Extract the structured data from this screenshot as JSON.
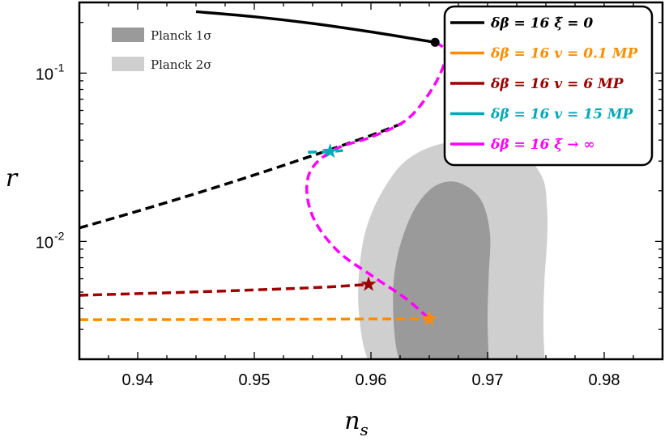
{
  "chart_data": {
    "type": "line",
    "xlabel": "n_s",
    "ylabel": "r",
    "xlim": [
      0.935,
      0.985
    ],
    "ylim_log10": [
      -2.7,
      -0.58
    ],
    "y_scale": "log",
    "x_ticks": [
      0.94,
      0.95,
      0.96,
      0.97,
      0.98
    ],
    "x_tick_labels": [
      "0.94",
      "0.95",
      "0.96",
      "0.97",
      "0.98"
    ],
    "y_ticks": [
      0.01,
      0.1
    ],
    "y_tick_labels": [
      "10",
      "10"
    ],
    "y_tick_exponents": [
      "-2",
      "-1"
    ],
    "regions": [
      {
        "name": "Planck 2σ",
        "color": "#cfcfcf",
        "points": [
          [
            0.9597,
            -2.7
          ],
          [
            0.9593,
            -2.6
          ],
          [
            0.959,
            -2.45
          ],
          [
            0.9589,
            -2.3
          ],
          [
            0.9591,
            -2.1
          ],
          [
            0.9597,
            -1.9
          ],
          [
            0.961,
            -1.7
          ],
          [
            0.963,
            -1.52
          ],
          [
            0.966,
            -1.42
          ],
          [
            0.97,
            -1.4
          ],
          [
            0.973,
            -1.48
          ],
          [
            0.9747,
            -1.62
          ],
          [
            0.9751,
            -1.8
          ],
          [
            0.9751,
            -2.0
          ],
          [
            0.9749,
            -2.2
          ],
          [
            0.9748,
            -2.4
          ],
          [
            0.9748,
            -2.55
          ],
          [
            0.9749,
            -2.7
          ]
        ]
      },
      {
        "name": "Planck 1σ",
        "color": "#9a9a9a",
        "points": [
          [
            0.9624,
            -2.7
          ],
          [
            0.9621,
            -2.6
          ],
          [
            0.9619,
            -2.4
          ],
          [
            0.962,
            -2.2
          ],
          [
            0.9626,
            -2.0
          ],
          [
            0.9638,
            -1.8
          ],
          [
            0.9655,
            -1.67
          ],
          [
            0.9675,
            -1.65
          ],
          [
            0.9694,
            -1.75
          ],
          [
            0.9702,
            -1.95
          ],
          [
            0.9701,
            -2.2
          ],
          [
            0.97,
            -2.45
          ],
          [
            0.9701,
            -2.7
          ]
        ]
      }
    ],
    "series": [
      {
        "name": "δβ = 16  ξ̃ = 0",
        "color": "#000000",
        "points": [
          [
            0.945,
            -0.635
          ],
          [
            0.95,
            -0.665
          ],
          [
            0.955,
            -0.705
          ],
          [
            0.96,
            -0.755
          ],
          [
            0.964,
            -0.8
          ],
          [
            0.9655,
            -0.817
          ]
        ]
      },
      {
        "name": "δβ = 16  ξ̃ = 0 (dashed)",
        "color": "#000000",
        "dashed": true,
        "points": [
          [
            0.935,
            -1.92
          ],
          [
            0.94,
            -1.82
          ],
          [
            0.945,
            -1.715
          ],
          [
            0.95,
            -1.605
          ],
          [
            0.955,
            -1.49
          ],
          [
            0.96,
            -1.37
          ],
          [
            0.963,
            -1.29
          ]
        ]
      },
      {
        "name": "δβ = 16  ξ̃ → ∞",
        "color": "#ff00ff",
        "dashed": true,
        "points": [
          [
            0.9655,
            -0.817
          ],
          [
            0.9663,
            -0.86
          ],
          [
            0.9662,
            -0.96
          ],
          [
            0.965,
            -1.12
          ],
          [
            0.963,
            -1.28
          ],
          [
            0.96,
            -1.38
          ],
          [
            0.957,
            -1.45
          ],
          [
            0.955,
            -1.56
          ],
          [
            0.9545,
            -1.7
          ],
          [
            0.9552,
            -1.88
          ],
          [
            0.9572,
            -2.06
          ],
          [
            0.96,
            -2.2
          ],
          [
            0.963,
            -2.34
          ],
          [
            0.965,
            -2.46
          ]
        ]
      },
      {
        "name": "δβ = 16  v = 0.1 M_P",
        "color": "#ff8c00",
        "dashed": true,
        "points": [
          [
            0.935,
            -2.465
          ],
          [
            0.945,
            -2.464
          ],
          [
            0.955,
            -2.462
          ],
          [
            0.965,
            -2.46
          ]
        ]
      },
      {
        "name": "δβ = 16  v = 6 M_P",
        "color": "#a00000",
        "dashed": true,
        "points": [
          [
            0.935,
            -2.32
          ],
          [
            0.945,
            -2.3
          ],
          [
            0.955,
            -2.275
          ],
          [
            0.9598,
            -2.255
          ]
        ]
      },
      {
        "name": "δβ = 16  v = 15 M_P",
        "color": "#00aab8",
        "dashed": true,
        "points": [
          [
            0.9546,
            -1.47
          ],
          [
            0.9556,
            -1.468
          ],
          [
            0.9566,
            -1.466
          ],
          [
            0.9576,
            -1.46
          ]
        ]
      }
    ],
    "markers": [
      {
        "x": 0.9655,
        "y": -0.817,
        "shape": "circle",
        "color": "#000000"
      },
      {
        "x": 0.9565,
        "y": -1.465,
        "shape": "star",
        "color": "#00aab8"
      },
      {
        "x": 0.9598,
        "y": -2.255,
        "shape": "star",
        "color": "#a00000"
      },
      {
        "x": 0.965,
        "y": -2.46,
        "shape": "star",
        "color": "#ff8c00"
      }
    ],
    "band_legend": [
      {
        "label": "Planck 1σ",
        "color": "#9a9a9a"
      },
      {
        "label": "Planck 2σ",
        "color": "#cfcfcf"
      }
    ],
    "legend_position": "top-right",
    "legend": [
      {
        "label": "δβ = 16  ξ̃ = 0",
        "color": "#000000"
      },
      {
        "label": "δβ = 16  v = 0.1 MP",
        "color": "#ff8c00"
      },
      {
        "label": "δβ = 16  v = 6 MP",
        "color": "#a00000"
      },
      {
        "label": "δβ = 16  v = 15 MP",
        "color": "#00aab8"
      },
      {
        "label": "δβ = 16  ξ̃ → ∞",
        "color": "#ff00ff"
      }
    ]
  }
}
